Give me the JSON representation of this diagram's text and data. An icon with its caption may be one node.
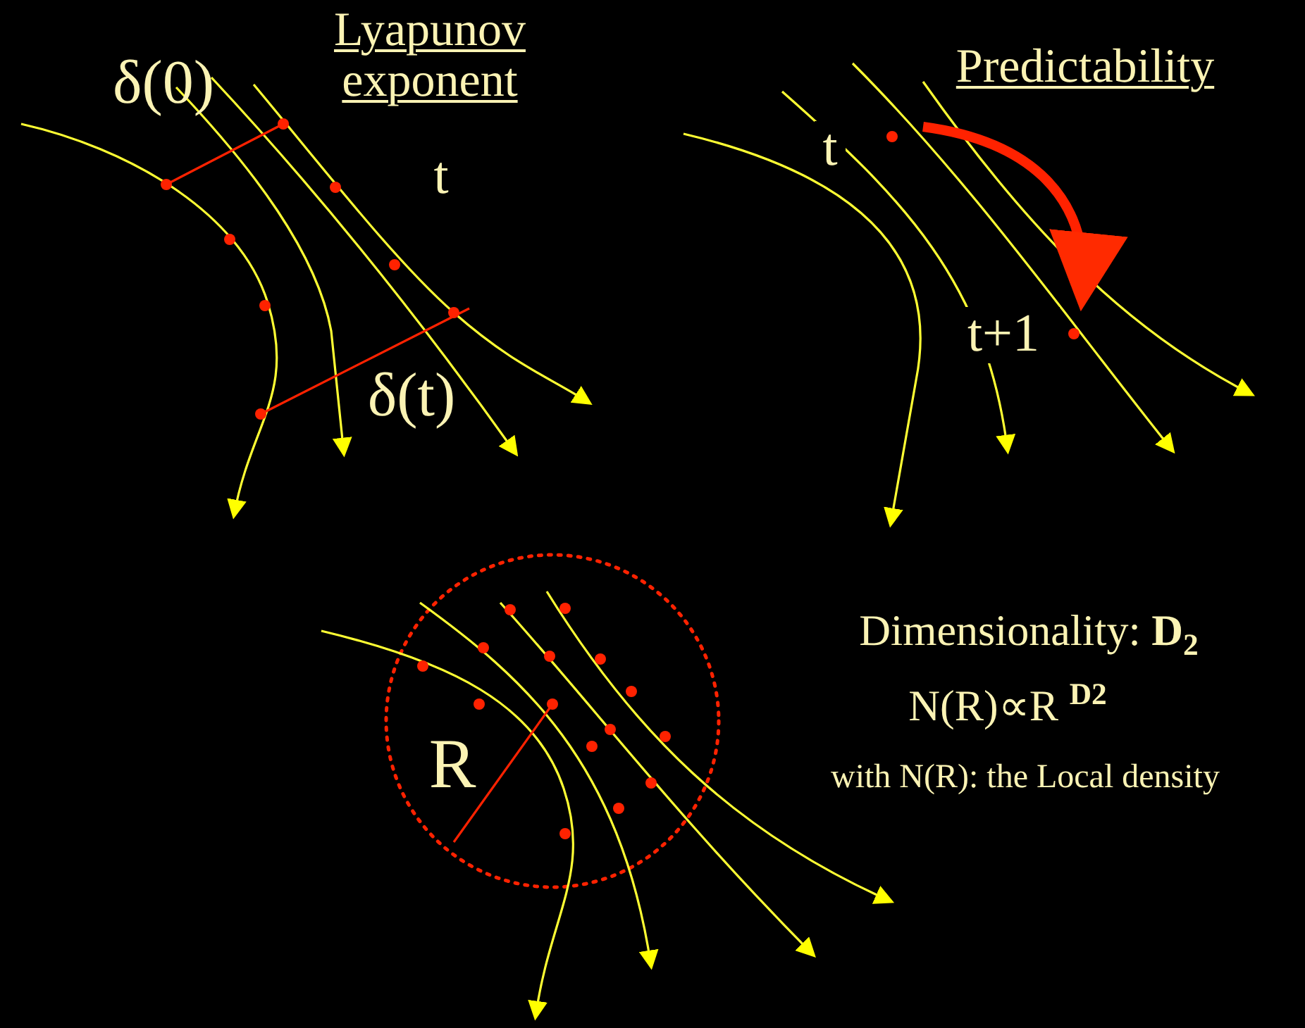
{
  "diagram": {
    "labels": [
      "δ(0)",
      "Lyapunov exponent",
      "t",
      "δ(t)",
      "Predictability",
      "t",
      "t+1",
      "R",
      "Dimensionality: **D**$_{2}$",
      "N(R)∝R $^{D2}$",
      "with N(R): the Local density"
    ]
  }
}
